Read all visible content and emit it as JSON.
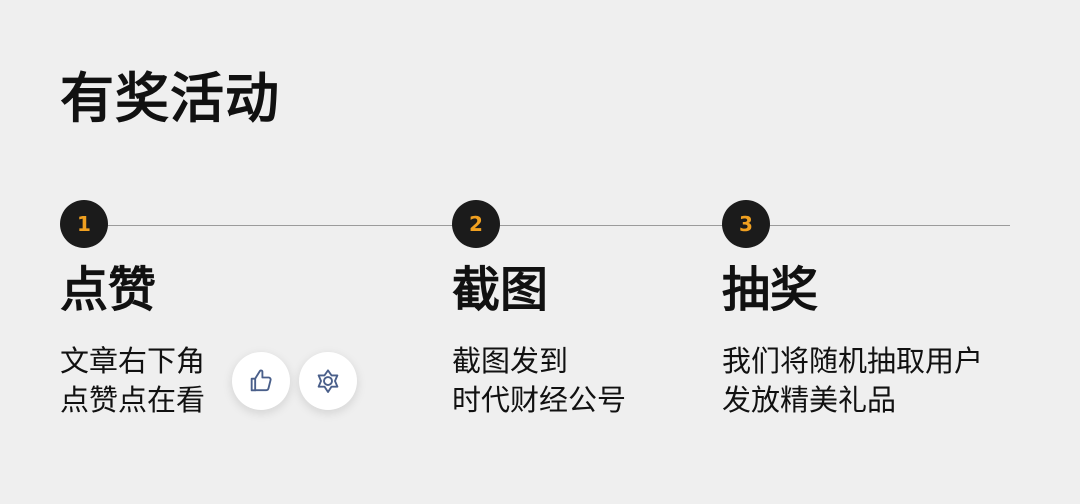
{
  "title": "有奖活动",
  "steps": [
    {
      "number": "1",
      "heading": "点赞",
      "lines": [
        "文章右下角",
        "点赞点在看"
      ]
    },
    {
      "number": "2",
      "heading": "截图",
      "lines": [
        "截图发到",
        "时代财经公号"
      ]
    },
    {
      "number": "3",
      "heading": "抽奖",
      "lines": [
        "我们将随机抽取用户",
        "发放精美礼品"
      ]
    }
  ],
  "icons": {
    "like": "thumbs-up-icon",
    "wow": "wow-flower-icon"
  },
  "colors": {
    "background": "#efefef",
    "circle": "#1b1b1b",
    "number_accent": "#f0a020",
    "icon_stroke": "#4a5f8a"
  }
}
